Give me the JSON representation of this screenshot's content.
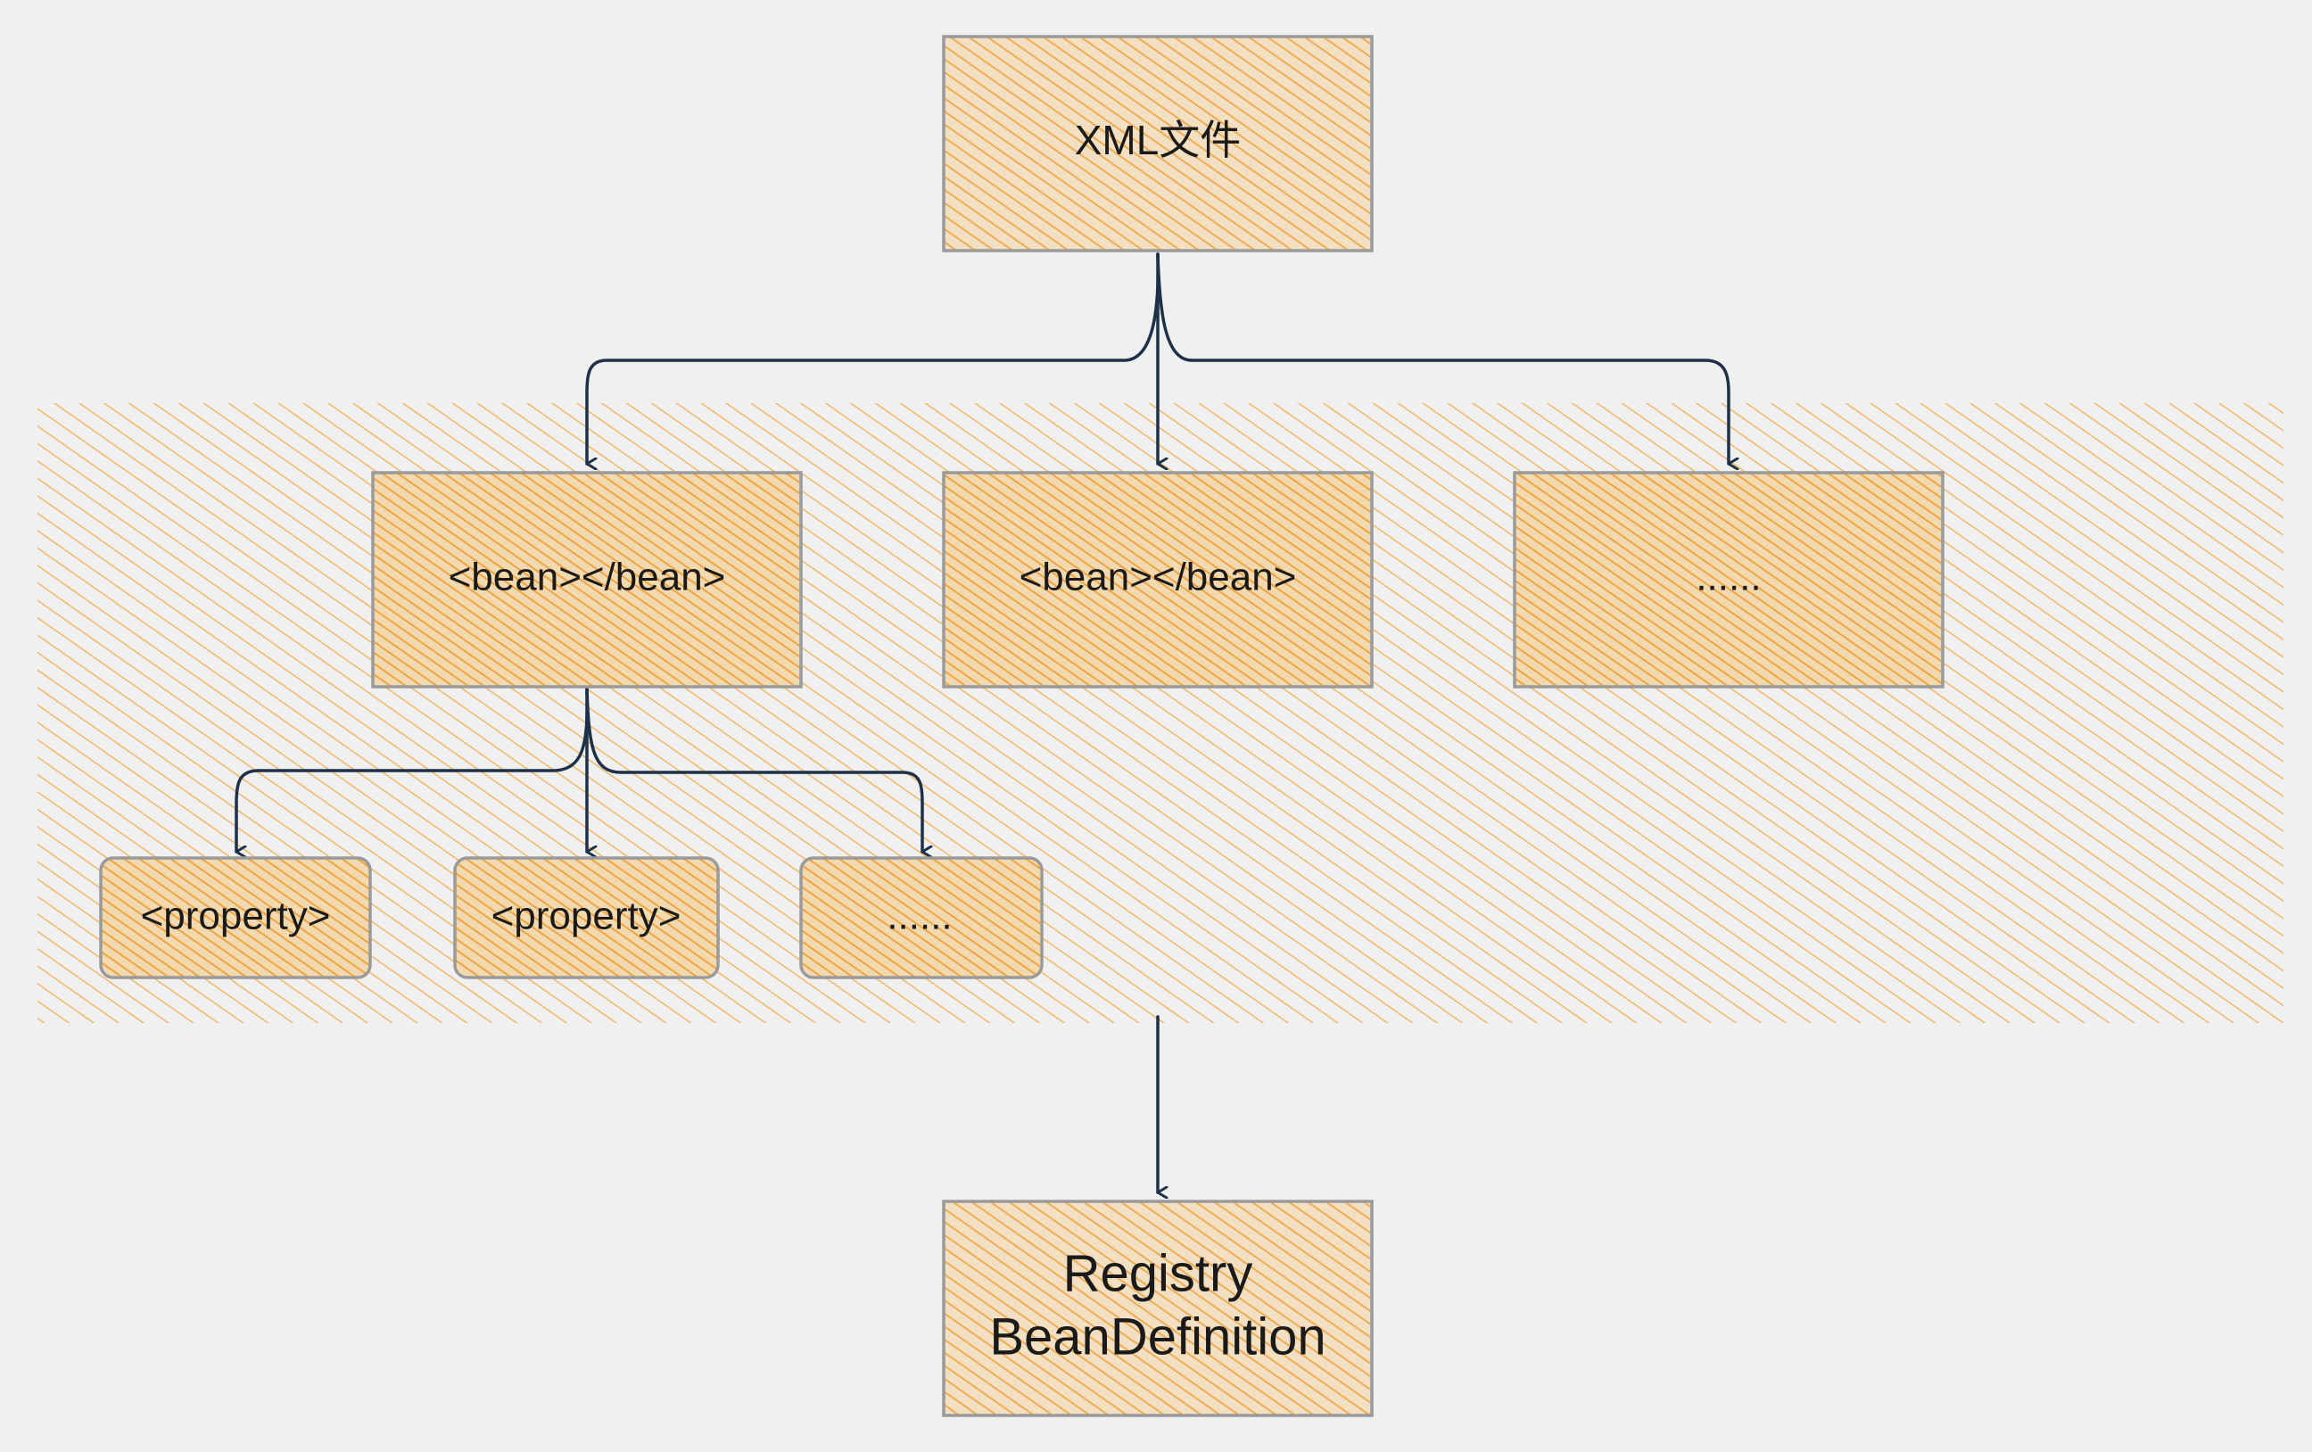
{
  "diagram": {
    "root": {
      "label": "XML文件"
    },
    "beans": [
      {
        "label": "<bean></bean>"
      },
      {
        "label": "<bean></bean>"
      },
      {
        "label": "......"
      }
    ],
    "properties": [
      {
        "label": "<property>"
      },
      {
        "label": "<property>"
      },
      {
        "label": "......"
      }
    ],
    "result": {
      "line1": "Registry",
      "line2": "BeanDefinition"
    },
    "colors": {
      "background": "#f0f0f0",
      "hatch": "#f2a43a",
      "node_fill": "#f6dcb4",
      "border": "#9a9a9a",
      "edge": "#1e3148",
      "text": "#1a1a1a"
    }
  }
}
